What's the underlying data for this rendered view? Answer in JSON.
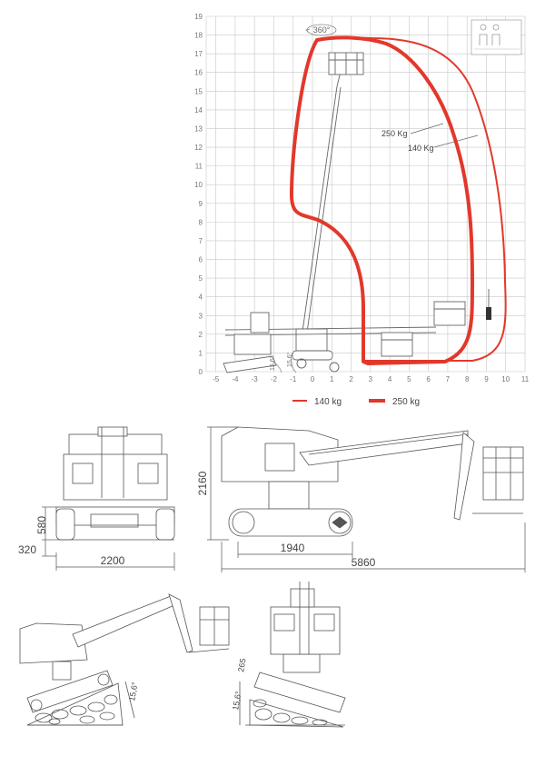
{
  "envelope_chart": {
    "x_ticks": [
      "-5",
      "-4",
      "-3",
      "-2",
      "-1",
      "0",
      "1",
      "2",
      "3",
      "4",
      "5",
      "6",
      "7",
      "8",
      "9",
      "10",
      "11"
    ],
    "y_ticks": [
      "0",
      "1",
      "2",
      "3",
      "4",
      "5",
      "6",
      "7",
      "8",
      "9",
      "10",
      "11",
      "12",
      "13",
      "14",
      "15",
      "16",
      "17",
      "18",
      "19"
    ],
    "rotation_label": "360°",
    "curve_labels": {
      "heavy": "250 Kg",
      "light": "140 Kg"
    },
    "tilt_labels": [
      "15,6°",
      "15,6°"
    ],
    "legend": [
      {
        "label": "140 kg",
        "stroke": "light"
      },
      {
        "label": "250 kg",
        "stroke": "heavy"
      }
    ],
    "colors": {
      "curve": "#e2382b",
      "grid": "#c8c8c8",
      "tick": "#777777"
    }
  },
  "front_view": {
    "dims": {
      "height": "580",
      "ground": "320",
      "width": "2200"
    }
  },
  "side_view": {
    "dims": {
      "height": "2160",
      "track": "1940",
      "length": "5860"
    }
  },
  "slope_views": {
    "side_angle": "15,6°",
    "front_angle": "15,6°",
    "front_offset": "265"
  }
}
